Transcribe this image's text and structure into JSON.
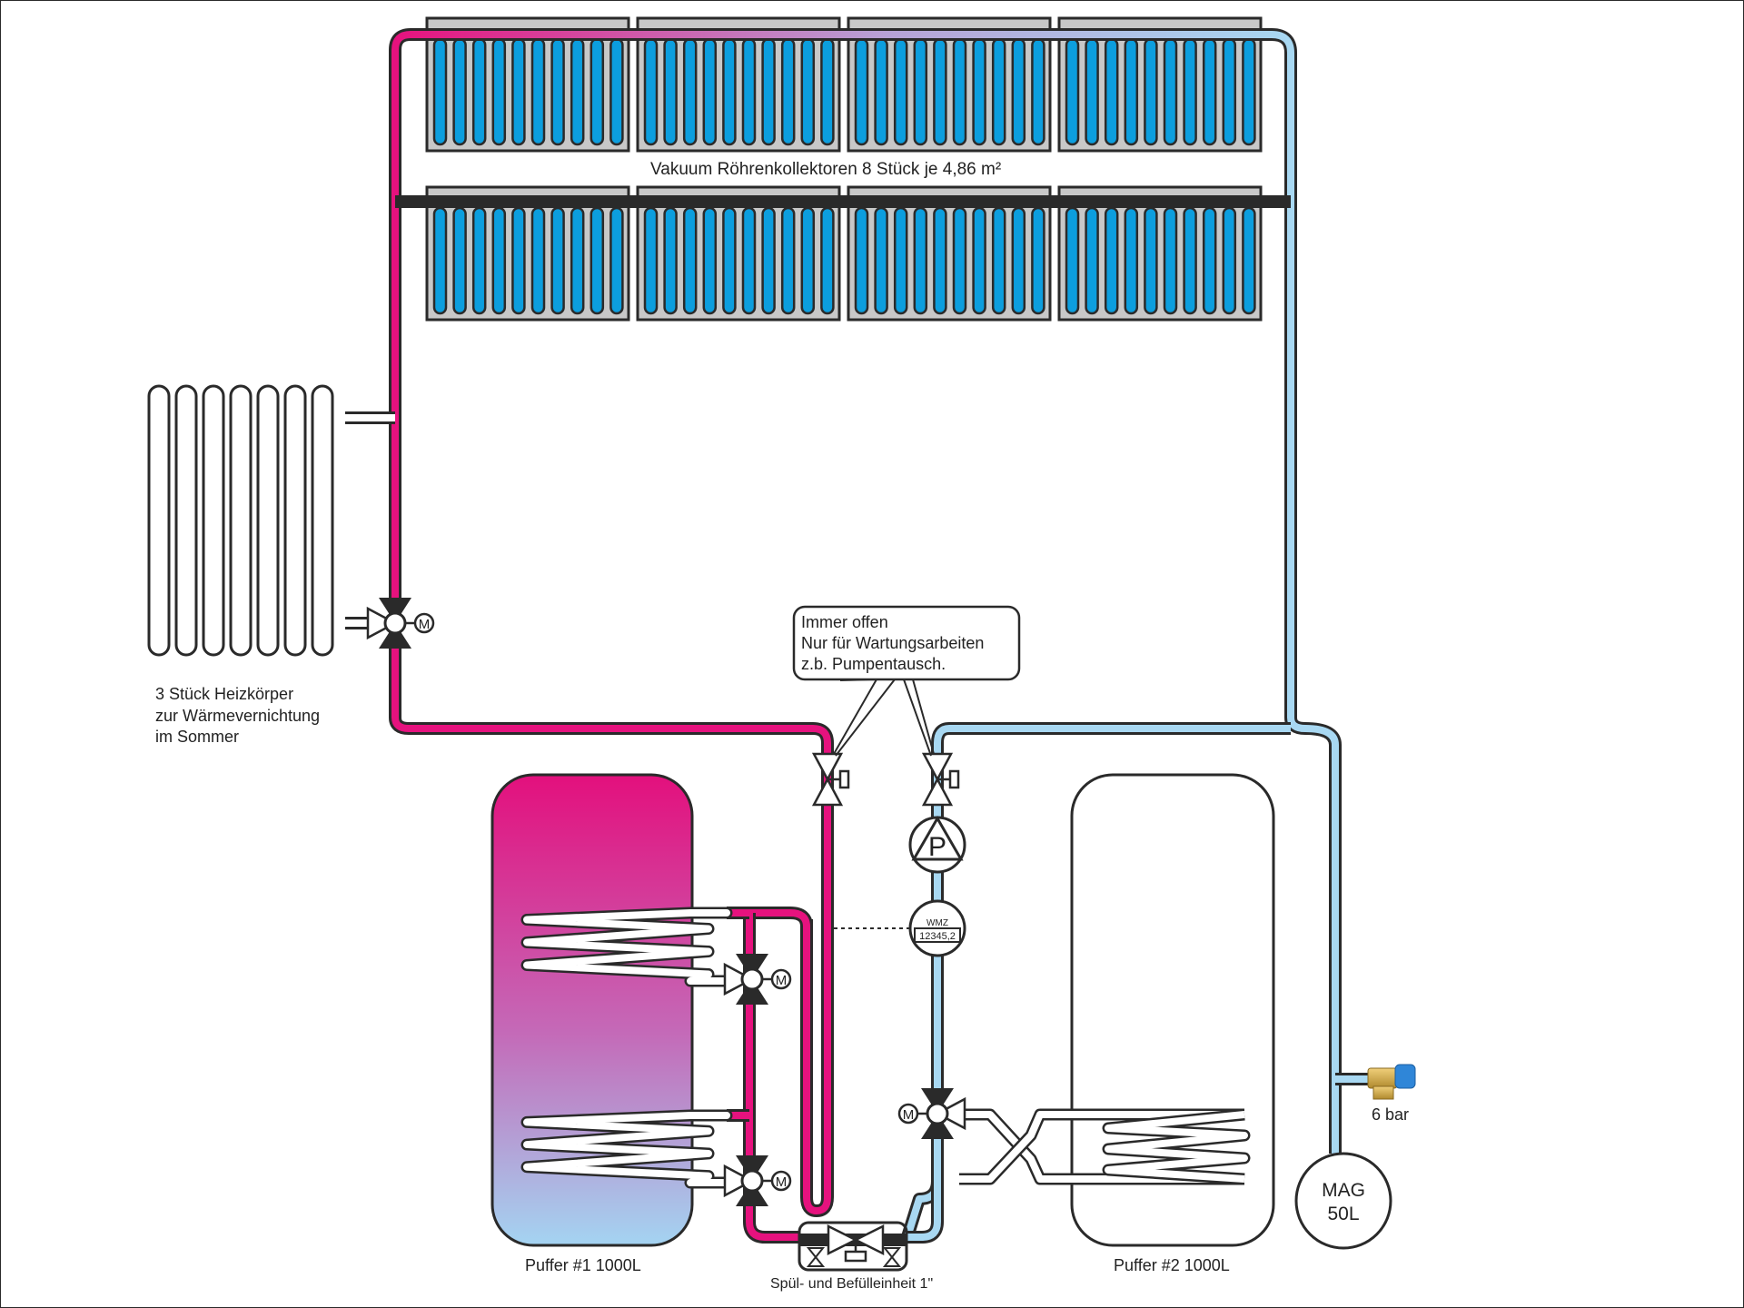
{
  "colors": {
    "hot": "#e6127e",
    "cold": "#a8d8f2",
    "tube": "#0c9ede",
    "panel": "#c8c8c8",
    "outline": "#2a2a2a",
    "hot_tank_top": "#e3107d",
    "hot_tank_bottom": "#a4d4f2"
  },
  "collectors": {
    "label": "Vakuum Röhrenkollektoren 8 Stück je 4,86 m²",
    "rows": 2,
    "panels_per_row": 4,
    "tubes_per_panel": 10
  },
  "radiator": {
    "label_lines": [
      "3 Stück Heizkörper",
      "zur Wärmevernichtung",
      "im Sommer"
    ],
    "sections": 7
  },
  "callout": {
    "lines": [
      "Immer offen",
      "Nur für Wartungsarbeiten",
      "z.b. Pumpentausch."
    ]
  },
  "tank1": {
    "label": "Puffer #1 1000L"
  },
  "tank2": {
    "label": "Puffer #2 1000L"
  },
  "pump": {
    "symbol": "P"
  },
  "heat_meter": {
    "title": "WMZ",
    "reading": "12345,2"
  },
  "motor_valve_symbol": "M",
  "fill_unit": {
    "label": "Spül- und Befülleinheit 1\""
  },
  "expansion_vessel": {
    "line1": "MAG",
    "line2": "50L"
  },
  "safety_valve": {
    "label": "6 bar"
  }
}
